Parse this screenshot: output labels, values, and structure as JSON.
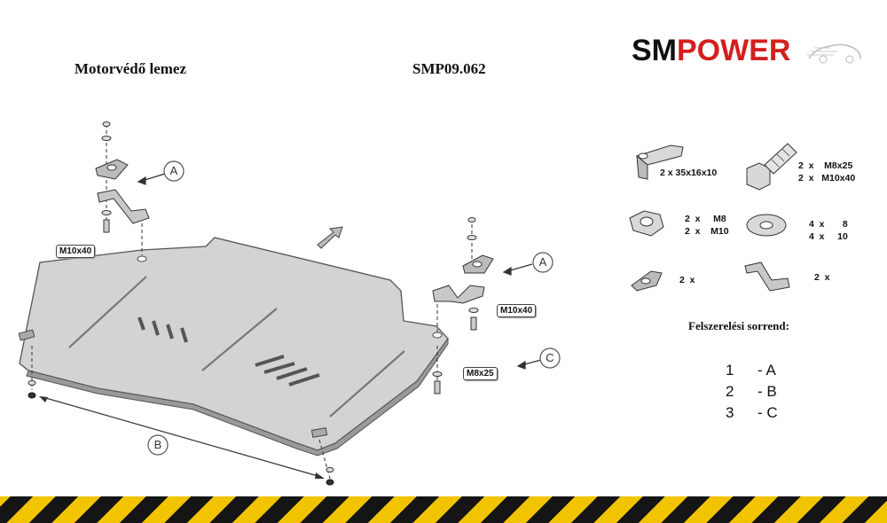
{
  "header": {
    "title": "Motorvédő lemez",
    "code": "SMP09.062",
    "brand": {
      "part1": "SM",
      "part2": "POWER",
      "color1": "#111111",
      "color2": "#d41f1f"
    }
  },
  "diagram_labels": {
    "callout_a_left": "A",
    "callout_a_right": "A",
    "callout_b": "B",
    "callout_c": "C",
    "bolt_left": "M10x40",
    "bolt_right": "M10x40",
    "bolt_m8": "M8x25",
    "direction_arrow": "arrow-icon"
  },
  "parts": {
    "clip": {
      "icon": "clip-nut-icon",
      "line1": "2  x  35x16x10"
    },
    "bolt": {
      "icon": "bolt-icon",
      "line1": "2  x    M8x25",
      "line2": "2  x   M10x40"
    },
    "nut": {
      "icon": "hex-nut-icon",
      "line1": "2  x     M8",
      "line2": "2  x    M10"
    },
    "washer": {
      "icon": "washer-icon",
      "line1": "4  x       8",
      "line2": "4  x     10"
    },
    "plate": {
      "icon": "tab-plate-icon",
      "line1": "2  x"
    },
    "bracket": {
      "icon": "bracket-icon",
      "line1": "2  x"
    }
  },
  "installation": {
    "title": "Felszerelési sorrend:",
    "steps": [
      {
        "n": "1",
        "label": "- A"
      },
      {
        "n": "2",
        "label": "- B"
      },
      {
        "n": "3",
        "label": "- C"
      }
    ]
  },
  "colors": {
    "stripe_yellow": "#f2c400",
    "stripe_black": "#151515",
    "plate_fill": "#cfcfcf"
  }
}
